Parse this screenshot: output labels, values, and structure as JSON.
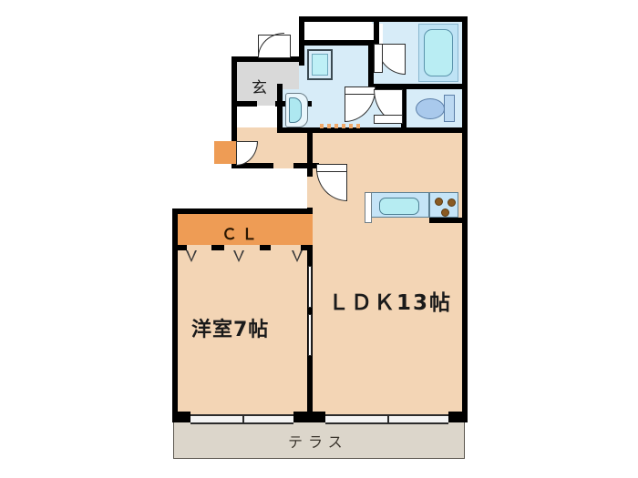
{
  "document": {
    "kind": "floor-plan",
    "layout_type": "1LDK",
    "background_color": "#FFFFFF",
    "wall_color": "#000000"
  },
  "palette": {
    "room_floor": "#F3D5B5",
    "wet_area_floor": "#D7ECF8",
    "entrance_floor": "#D9D9D9",
    "terrace_floor": "#DCD6CB",
    "closet_fill": "#EE9C55",
    "tub_fill": "#B9EDF3",
    "toilet_fill": "#A9C9EC",
    "burner_color": "#8A5A22"
  },
  "rooms": [
    {
      "id": "ldk",
      "label": "ＬＤＫ13帖",
      "label_short": "LDK",
      "size_jo": 13,
      "floor": "#F3D5B5"
    },
    {
      "id": "western-room",
      "label": "洋室7帖",
      "label_short": "洋室",
      "size_jo": 7,
      "floor": "#F3D5B5"
    },
    {
      "id": "closet",
      "label": "ＣＬ",
      "floor": "#EE9C55"
    },
    {
      "id": "entrance",
      "label": "玄",
      "floor": "#D9D9D9"
    },
    {
      "id": "terrace",
      "label": "テラス",
      "floor": "#DCD6CB"
    }
  ],
  "fixtures": [
    {
      "id": "bathtub",
      "name": "bathtub"
    },
    {
      "id": "washing-machine",
      "name": "washing-machine-space"
    },
    {
      "id": "washbasin",
      "name": "washbasin"
    },
    {
      "id": "toilet",
      "name": "toilet"
    },
    {
      "id": "kitchen-sink",
      "name": "kitchen-sink"
    },
    {
      "id": "kitchen-stove",
      "name": "three-burner-stove"
    },
    {
      "id": "shoe-cabinet",
      "name": "shoe-cabinet"
    }
  ],
  "openings": [
    {
      "id": "entrance-door",
      "type": "hinged-door"
    },
    {
      "id": "shoe-closet-door",
      "type": "hinged-door"
    },
    {
      "id": "ldk-hall-door",
      "type": "hinged-door"
    },
    {
      "id": "bath-door",
      "type": "hinged-door"
    },
    {
      "id": "toilet-door",
      "type": "hinged-door"
    },
    {
      "id": "utility-door",
      "type": "hinged-door"
    },
    {
      "id": "room-sliding-door",
      "type": "sliding-glass-door"
    },
    {
      "id": "ldk-sliding-door",
      "type": "sliding-glass-door"
    },
    {
      "id": "closet-doors",
      "type": "folding-doors",
      "panels": 3
    }
  ]
}
